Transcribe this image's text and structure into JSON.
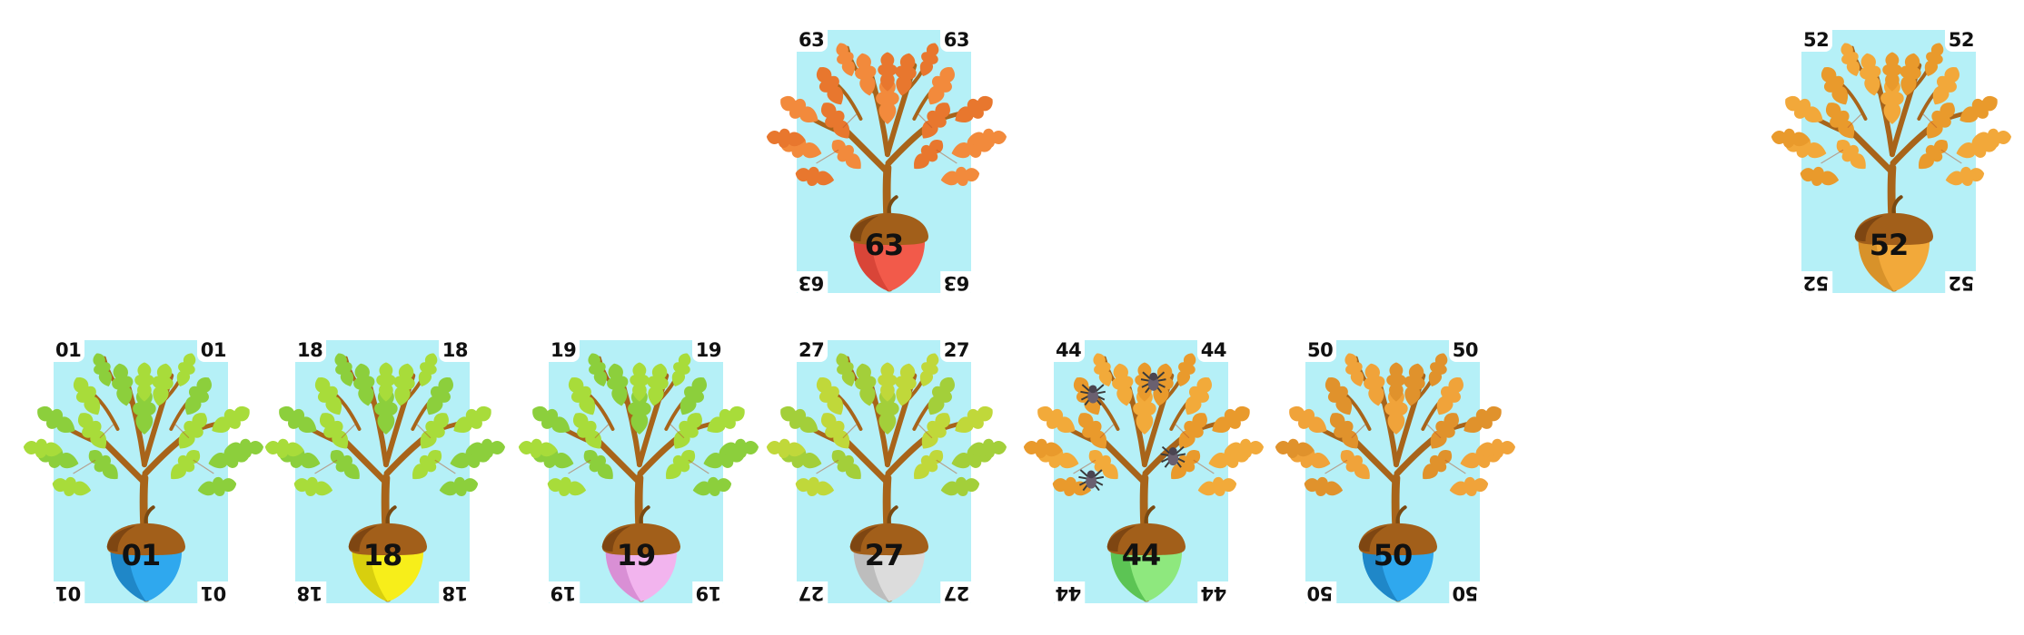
{
  "cards": [
    {
      "id": "card-63",
      "number": "63",
      "leaf": "#f28a3c",
      "leaf2": "#e8772e",
      "acorn": "#f25a4a",
      "acorn_dark": "#d94538",
      "spiders": false
    },
    {
      "id": "card-52",
      "number": "52",
      "leaf": "#f2a83a",
      "leaf2": "#e99a2c",
      "acorn": "#f2a93a",
      "acorn_dark": "#d8922a",
      "spiders": false
    },
    {
      "id": "card-01",
      "number": "01",
      "leaf": "#8ccf3c",
      "leaf2": "#a8dc3a",
      "acorn": "#2fa8ee",
      "acorn_dark": "#1f87c8",
      "spiders": false
    },
    {
      "id": "card-18",
      "number": "18",
      "leaf": "#8ccf3c",
      "leaf2": "#a8dc3a",
      "acorn": "#f7ee1a",
      "acorn_dark": "#d8cf0e",
      "spiders": false
    },
    {
      "id": "card-19",
      "number": "19",
      "leaf": "#8ccf3c",
      "leaf2": "#a8dc3a",
      "acorn": "#f2b4ee",
      "acorn_dark": "#d98fd5",
      "spiders": false
    },
    {
      "id": "card-27",
      "number": "27",
      "leaf": "#a3cf3a",
      "leaf2": "#c0d83a",
      "acorn": "#dcdcdc",
      "acorn_dark": "#bdbdbd",
      "spiders": false
    },
    {
      "id": "card-44",
      "number": "44",
      "leaf": "#f2aa3a",
      "leaf2": "#e99a2c",
      "acorn": "#8ee87e",
      "acorn_dark": "#5cc454",
      "spiders": true
    },
    {
      "id": "card-50",
      "number": "50",
      "leaf": "#f0a33a",
      "leaf2": "#e0922c",
      "acorn": "#2fa8ee",
      "acorn_dark": "#1f87c8",
      "spiders": false
    }
  ]
}
